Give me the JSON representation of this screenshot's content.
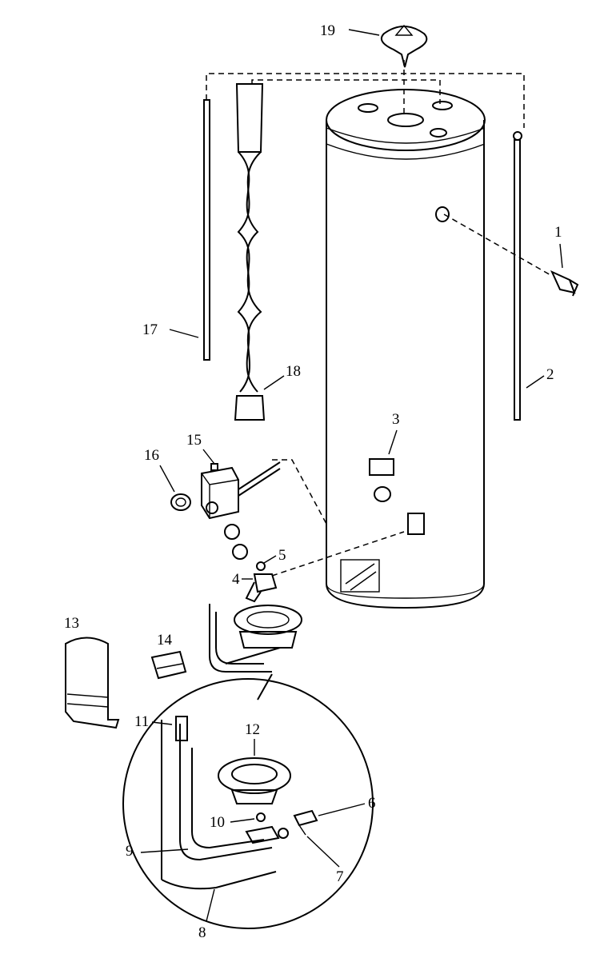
{
  "diagram": {
    "type": "exploded-parts-view",
    "callouts": [
      {
        "id": "1",
        "label": "1",
        "part": "drain-valve"
      },
      {
        "id": "2",
        "label": "2",
        "part": "anode-rod"
      },
      {
        "id": "3",
        "label": "3",
        "part": "label-plate"
      },
      {
        "id": "4",
        "label": "4",
        "part": "elbow-fitting"
      },
      {
        "id": "5",
        "label": "5",
        "part": "washer"
      },
      {
        "id": "6",
        "label": "6",
        "part": "igniter-part"
      },
      {
        "id": "7",
        "label": "7",
        "part": "igniter-part"
      },
      {
        "id": "8",
        "label": "8",
        "part": "thermocouple"
      },
      {
        "id": "9",
        "label": "9",
        "part": "pilot-tube"
      },
      {
        "id": "10",
        "label": "10",
        "part": "orifice"
      },
      {
        "id": "11",
        "label": "11",
        "part": "manifold-tube"
      },
      {
        "id": "12",
        "label": "12",
        "part": "burner"
      },
      {
        "id": "13",
        "label": "13",
        "part": "outer-door"
      },
      {
        "id": "14",
        "label": "14",
        "part": "inner-door"
      },
      {
        "id": "15",
        "label": "15",
        "part": "gas-control-thermostat"
      },
      {
        "id": "16",
        "label": "16",
        "part": "knob"
      },
      {
        "id": "17",
        "label": "17",
        "part": "dip-tube"
      },
      {
        "id": "18",
        "label": "18",
        "part": "flue-baffle"
      },
      {
        "id": "19",
        "label": "19",
        "part": "draft-hood"
      }
    ]
  }
}
